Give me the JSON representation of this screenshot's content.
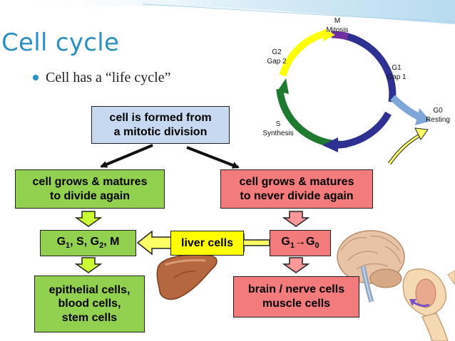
{
  "slide": {
    "title": "Cell cycle",
    "bullet": "Cell has a “life cycle”"
  },
  "colors": {
    "title": "#2b8fc4",
    "blue_box": "#c6d9f1",
    "green_box": "#92d050",
    "red_box": "#f37b7b",
    "yellow_box": "#ffff00",
    "arrow_fill": "#ccff33"
  },
  "cycle": {
    "phases": [
      {
        "code": "M",
        "name": "Mitosis",
        "color": "#6f2fa0"
      },
      {
        "code": "G1",
        "name": "Gap 1",
        "color": "#2e3192"
      },
      {
        "code": "G0",
        "name": "Resting",
        "color": "#7ea7d8"
      },
      {
        "code": "S",
        "name": "Synthesis",
        "color": "#1f7a2f"
      },
      {
        "code": "G2",
        "name": "Gap 2",
        "color": "#ffff00"
      }
    ]
  },
  "boxes": {
    "formed": {
      "lines": [
        "cell is formed from",
        "a mitotic division"
      ]
    },
    "divide_again": {
      "lines": [
        "cell grows & matures",
        "to divide again"
      ]
    },
    "never_divide": {
      "lines": [
        "cell grows & matures",
        "to never divide again"
      ]
    },
    "cycle_phases": {
      "t1": "G",
      "s1": "1",
      "t2": ", S, G",
      "s2": "2",
      "t3": ", M"
    },
    "liver": {
      "text": "liver cells"
    },
    "g1_g0": {
      "t1": "G",
      "s1": "1",
      "arrow": "→",
      "t2": "G",
      "s2": "0"
    },
    "epithelial": {
      "lines": [
        "epithelial cells,",
        "blood cells,",
        "stem cells"
      ]
    },
    "brain": {
      "lines": [
        "brain / nerve cells",
        "muscle cells"
      ]
    }
  },
  "images": [
    {
      "name": "liver-image"
    },
    {
      "name": "brain-image"
    },
    {
      "name": "arm-muscle-image"
    }
  ]
}
